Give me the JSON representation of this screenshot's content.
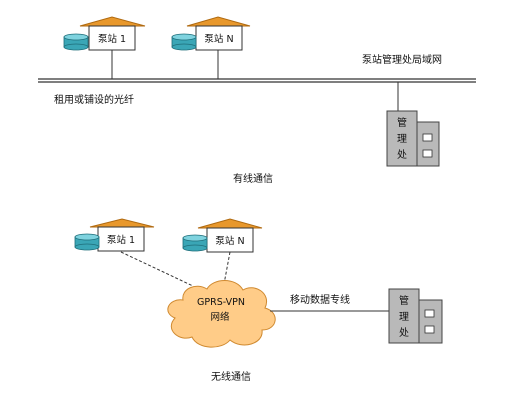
{
  "colors": {
    "roof": "#e8982c",
    "roof_stroke": "#b06a10",
    "tank": "#3aa6b6",
    "tank_top": "#7fd3df",
    "building": "#b9b9b9",
    "cloud": "#ffcc88",
    "cloud_stroke": "#d08a30",
    "line": "#333333"
  },
  "wired": {
    "stations": [
      {
        "label": "泵站 1",
        "icon": "pump-station-icon"
      },
      {
        "label": "泵站 N",
        "icon": "pump-station-icon"
      }
    ],
    "lan_label": "泵站管理处局域网",
    "fiber_label": "租用或铺设的光纤",
    "office_label": [
      "管",
      "理",
      "处"
    ],
    "caption": "有线通信"
  },
  "wireless": {
    "stations": [
      {
        "label": "泵站 1",
        "icon": "pump-station-icon"
      },
      {
        "label": "泵站 N",
        "icon": "pump-station-icon"
      }
    ],
    "cloud_label": [
      "GPRS-VPN",
      "网络"
    ],
    "link_label": "移动数据专线",
    "office_label": [
      "管",
      "理",
      "处"
    ],
    "caption": "无线通信"
  }
}
